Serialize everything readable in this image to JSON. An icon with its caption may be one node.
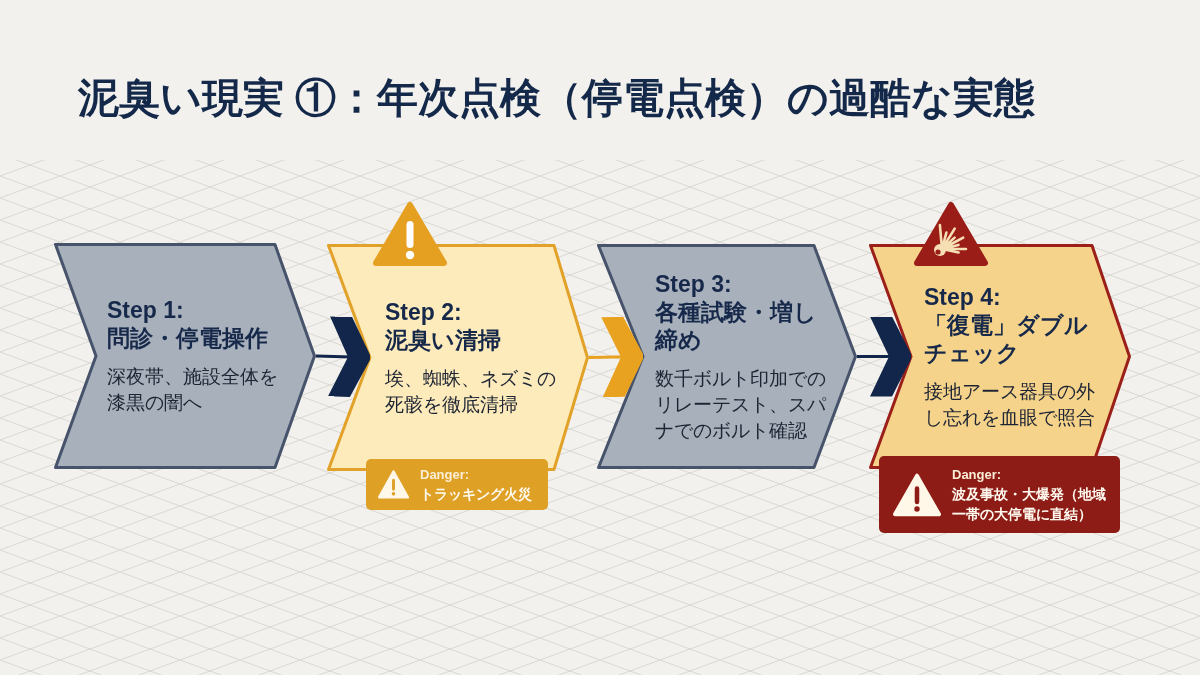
{
  "diagram": {
    "title": "泥臭い現実 ①：年次点検（停電点検）の過酷な実態",
    "nodes": [
      {
        "text": [
          "Step 1:",
          "問診・停電操作",
          "深夜帯、施設全体を漆黒の闇へ"
        ]
      },
      {
        "text": [
          "Step 2:",
          "泥臭い清掃",
          "埃、蜘蛛、ネズミの死骸を徹底清掃"
        ]
      },
      {
        "text": [
          "Danger:",
          "トラッキング火災"
        ]
      },
      {
        "text": [
          "Step 3:",
          "各種試験・増し締め",
          "数千ボルト印加でのリレーテスト、スパナでのボルト確認"
        ]
      },
      {
        "text": [
          "Step 4:",
          "「復電」ダブルチェック",
          "接地アース器具の外し忘れを血眼で照合"
        ]
      },
      {
        "text": [
          "Danger:",
          "波及事故・大爆発（地域一帯の大停電に直結）"
        ]
      }
    ],
    "edges": [
      {
        "from": 0,
        "to": 1,
        "arrow": "to"
      },
      {
        "from": 1,
        "to": 3,
        "arrow": "to",
        "color": "#e8a21f"
      },
      {
        "from": 3,
        "to": 4,
        "arrow": "to"
      }
    ]
  }
}
